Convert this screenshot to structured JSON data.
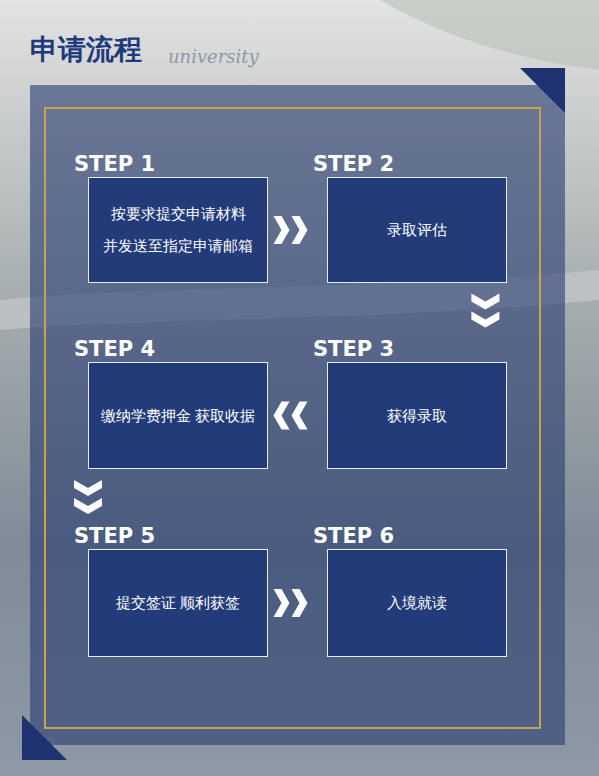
{
  "diagram": {
    "title": "申请流程",
    "nodes": [
      {
        "text": [
          "STEP 1",
          "按要求提交申请材料 并发送至指定申请邮箱"
        ]
      },
      {
        "text": [
          "STEP 2",
          "录取评估"
        ]
      },
      {
        "text": [
          "STEP 3",
          "获得录取"
        ]
      },
      {
        "text": [
          "STEP 4",
          "缴纳学费押金 获取收据"
        ]
      },
      {
        "text": [
          "STEP 5",
          "提交签证 顺利获签"
        ]
      },
      {
        "text": [
          "STEP 6",
          "入境就读"
        ]
      }
    ],
    "edges": [
      {
        "from": 0,
        "to": 1,
        "arrow": "to"
      },
      {
        "from": 1,
        "to": 2,
        "arrow": "to"
      },
      {
        "from": 2,
        "to": 3,
        "arrow": "to"
      },
      {
        "from": 3,
        "to": 4,
        "arrow": "to"
      },
      {
        "from": 4,
        "to": 5,
        "arrow": "to"
      }
    ],
    "labels": [
      "university"
    ]
  }
}
